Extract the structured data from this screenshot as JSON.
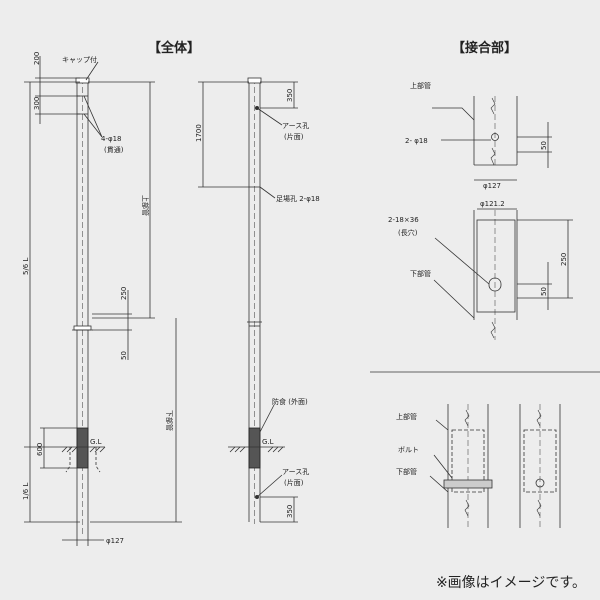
{
  "titles": {
    "overall": "【全体】",
    "joint": "【接合部】"
  },
  "labels": {
    "cap": "キャップ付",
    "dim_200": "200",
    "dim_300": "300",
    "hole_4": "4-φ18",
    "through": "(貫通)",
    "upper_pipe_v": "上部管",
    "lower_pipe_v": "下部管",
    "frac_56L": "5/6 L",
    "frac_16L": "1/6 L",
    "dim_250": "250",
    "dim_50": "50",
    "dim_600": "600",
    "gl": "G.L",
    "phi127": "φ127",
    "dim_1700": "1700",
    "dim_350": "350",
    "earth_hole": "アース孔",
    "one_side": "(片面)",
    "step_hole": "足場孔 2-φ18",
    "anticorrosion": "防食 (外面)",
    "upper_pipe": "上部管",
    "hole_2": "2- φ18",
    "dim_j50": "50",
    "phi127_j": "φ127",
    "phi1212": "φ121.2",
    "slot": "2-18×36",
    "long_hole": "(長穴)",
    "lower_pipe": "下部管",
    "dim_j250": "250",
    "upper_pipe_b": "上部管",
    "bolt": "ボルト",
    "lower_pipe_b": "下部管"
  },
  "note": "※画像はイメージです。"
}
